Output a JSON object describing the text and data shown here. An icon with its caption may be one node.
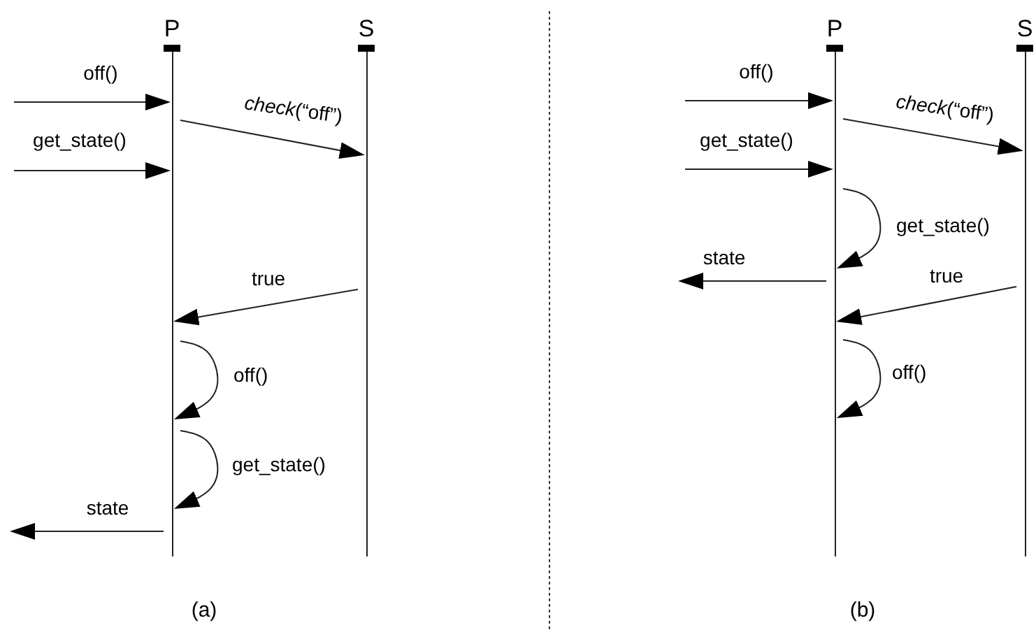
{
  "diagram": {
    "nodes": [
      {
        "text": [
          "P"
        ]
      },
      {
        "text": [
          "S"
        ]
      },
      {
        "text": [
          "P"
        ]
      },
      {
        "text": [
          "S"
        ]
      }
    ],
    "edges": [
      {
        "from": null,
        "to": 0,
        "arrow": "to",
        "label": "off()"
      },
      {
        "from": 0,
        "to": 1,
        "arrow": "to",
        "label": "*check*(“off”)"
      },
      {
        "from": null,
        "to": 0,
        "arrow": "to",
        "label": "get_state()"
      },
      {
        "from": 1,
        "to": 0,
        "arrow": "to",
        "label": "true"
      },
      {
        "from": 0,
        "to": 0,
        "arrow": "to",
        "label": "off()"
      },
      {
        "from": 0,
        "to": 0,
        "arrow": "to",
        "label": "get_state()"
      },
      {
        "from": 0,
        "to": null,
        "arrow": "to",
        "label": "state"
      },
      {
        "from": null,
        "to": 2,
        "arrow": "to",
        "label": "off()"
      },
      {
        "from": 2,
        "to": 3,
        "arrow": "to",
        "label": "*check*(“off”)"
      },
      {
        "from": null,
        "to": 2,
        "arrow": "to",
        "label": "get_state()"
      },
      {
        "from": 2,
        "to": 2,
        "arrow": "to",
        "label": "get_state()"
      },
      {
        "from": 2,
        "to": null,
        "arrow": "to",
        "label": "state"
      },
      {
        "from": 3,
        "to": 2,
        "arrow": "to",
        "label": "true"
      },
      {
        "from": 2,
        "to": 2,
        "arrow": "to",
        "label": "off()"
      }
    ],
    "labels": [
      "(a)",
      "(b)"
    ]
  }
}
